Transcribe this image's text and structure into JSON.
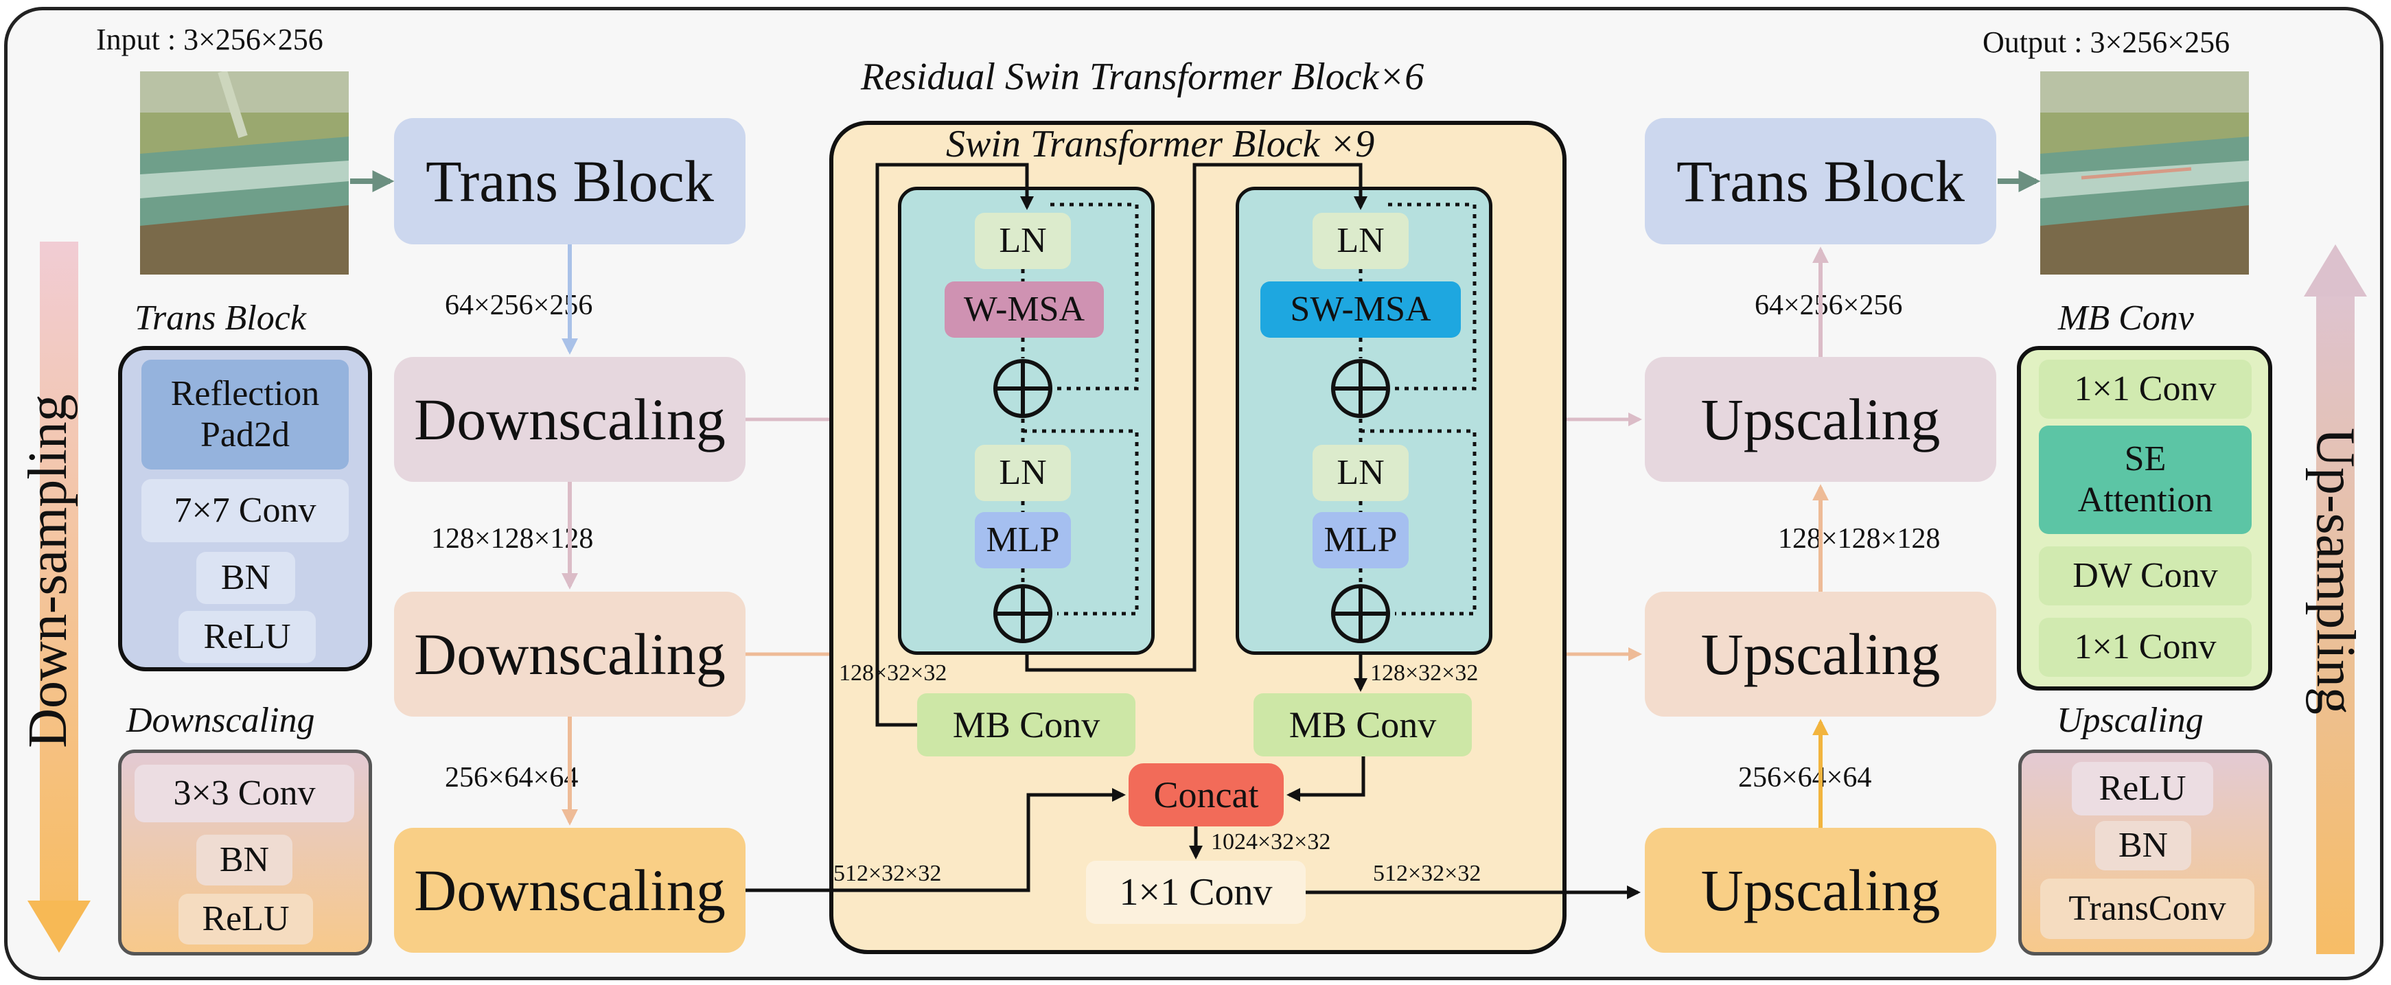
{
  "input": {
    "label": "Input : 3×256×256"
  },
  "output": {
    "label": "Output : 3×256×256"
  },
  "encoder": {
    "trans_block": "Trans Block",
    "downscaling": [
      "Downscaling",
      "Downscaling",
      "Downscaling"
    ],
    "dims": [
      "64×256×256",
      "128×128×128",
      "256×64×64"
    ]
  },
  "decoder": {
    "trans_block": "Trans Block",
    "upscaling": [
      "Upscaling",
      "Upscaling",
      "Upscaling"
    ],
    "dims": [
      "64×256×256",
      "128×128×128",
      "256×64×64"
    ]
  },
  "side_labels": {
    "left": "Down-sampling",
    "right": "Up-sampling"
  },
  "legend_trans_block": {
    "title": "Trans Block",
    "items": [
      "Reflection Pad2d",
      "7×7 Conv",
      "BN",
      "ReLU"
    ]
  },
  "legend_downscaling": {
    "title": "Downscaling",
    "items": [
      "3×3 Conv",
      "BN",
      "ReLU"
    ]
  },
  "legend_mb_conv": {
    "title": "MB Conv",
    "items": [
      "1×1 Conv",
      "SE Attention",
      "DW Conv",
      "1×1 Conv"
    ]
  },
  "legend_upscaling": {
    "title": "Upscaling",
    "items": [
      "ReLU",
      "BN",
      "TransConv"
    ]
  },
  "rstb": {
    "title": "Residual Swin Transformer Block×6",
    "swin_title": "Swin Transformer Block ×9",
    "block_left": {
      "ln1": "LN",
      "attn": "W-MSA",
      "ln2": "LN",
      "mlp": "MLP"
    },
    "block_right": {
      "ln1": "LN",
      "attn": "SW-MSA",
      "ln2": "LN",
      "mlp": "MLP"
    },
    "mb_conv_left": "MB Conv",
    "mb_conv_right": "MB Conv",
    "concat": "Concat",
    "conv1x1": "1×1 Conv",
    "dims": {
      "left_branch": "128×32×32",
      "right_branch": "128×32×32",
      "concat_out": "1024×32×32",
      "skip_in": "512×32×32",
      "out": "512×32×32"
    }
  },
  "colors": {
    "trans_block": "#ccd7ee",
    "downscaling_1": "#e6d7de",
    "downscaling_2": "#f3dccd",
    "downscaling_3": "#f9cf86",
    "rstb_bg": "#fbe9c6",
    "swin_block": "#b6e0de",
    "ln": "#dcebcc",
    "w_msa": "#cf92b2",
    "sw_msa": "#1ea7e0",
    "mlp": "#a5bff0",
    "mb_conv": "#cde7a6",
    "concat": "#f26b59",
    "mb_legend_bg": "#e1f1c2",
    "se_attention": "#5cc5a5"
  }
}
